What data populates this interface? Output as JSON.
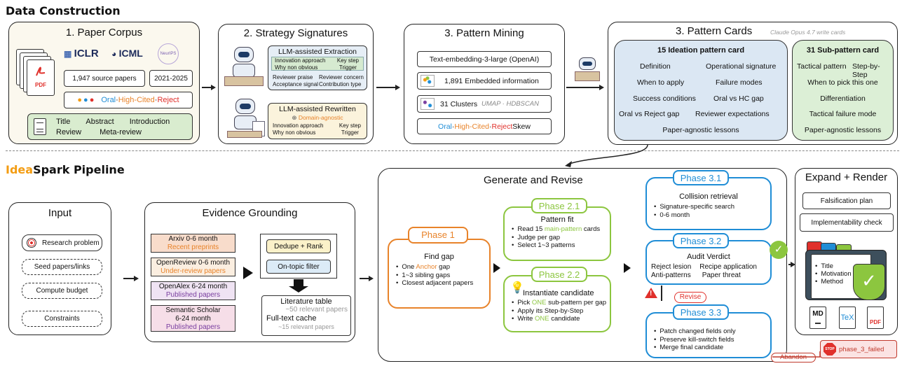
{
  "sections": {
    "data_construction": "Data Construction",
    "pipeline_prefix": "Idea",
    "pipeline_suffix": "Spark Pipeline"
  },
  "paper_corpus": {
    "title": "1. Paper Corpus",
    "logos": [
      "ICLR",
      "ICML",
      "NeurIPS"
    ],
    "pdf_label": "PDF",
    "source_papers": "1,947 source papers",
    "years": "2021-2025",
    "oral": "Oral",
    "sep": " · ",
    "high_cited": "High-Cited",
    "reject": "Reject",
    "fields_row1": [
      "Title",
      "Abstract",
      "Introduction"
    ],
    "fields_row2": [
      "Review",
      "Meta-review"
    ]
  },
  "strategy": {
    "title": "2. Strategy Signatures",
    "extraction_title": "LLM-assisted Extraction",
    "ext_left": [
      "Innovation approach",
      "Why non obvious"
    ],
    "ext_right": [
      "Key step",
      "Trigger"
    ],
    "rev_left": [
      "Reviewer praise",
      "Acceptance signal"
    ],
    "rev_right": [
      "Reviewer concern",
      "Contribution type"
    ],
    "rewrite_title": "LLM-assisted Rewritten",
    "domain_agnostic": "Domain-agnostic",
    "rw_left": [
      "Innovation approach",
      "Why non obvious"
    ],
    "rw_right": [
      "Key step",
      "Trigger"
    ]
  },
  "mining": {
    "title": "3. Pattern Mining",
    "embedding": "Text-embedding-3-large (OpenAI)",
    "embedded": "1,891 Embedded information",
    "clusters": "31 Clusters",
    "cluster_method": "UMAP · HDBSCAN",
    "oral": "Oral",
    "sep": " · ",
    "high_cited": "High-Cited",
    "reject": "Reject",
    "skew": " Skew"
  },
  "cards": {
    "title": "3. Pattern Cards",
    "note": "Claude Opus 4.7 write cards",
    "ideation_title": "15 Ideation pattern card",
    "ideation_items": [
      "Definition",
      "Operational signature",
      "When to apply",
      "Failure modes",
      "Success conditions",
      "Oral vs HC gap",
      "Oral vs Reject gap",
      "Reviewer expectations",
      "Paper-agnostic lessons"
    ],
    "sub_title": "31 Sub-pattern card",
    "sub_items": [
      "Tactical pattern",
      "Step-by-Step",
      "When to pick this one",
      "Differentiation",
      "Tactical failure mode",
      "Paper-agnostic lessons"
    ]
  },
  "input": {
    "title": "Input",
    "items": [
      "Research problem",
      "Seed papers/links",
      "Compute budget",
      "Constraints"
    ]
  },
  "evidence": {
    "title": "Evidence Grounding",
    "sources": [
      {
        "name": "Arxiv 0-6 month",
        "sub": "Recent preprints"
      },
      {
        "name": "OpenReview 0-6 month",
        "sub": "Under-review papers"
      },
      {
        "name": "OpenAlex 6-24 month",
        "sub": "Published papers"
      },
      {
        "name": "Semantic Scholar 6-24 month",
        "sub": "Published papers"
      }
    ],
    "dedupe": "Dedupe + Rank",
    "filter": "On-topic filter",
    "lit_table": "Literature table",
    "lit_count": "~50 relevant papers",
    "fulltext": "Full-text cache",
    "fulltext_count": "~15 relevant papers"
  },
  "generate": {
    "title": "Generate and Revise",
    "phase1": {
      "tag": "Phase 1",
      "heading": "Find gap",
      "one": "One ",
      "anchor": "Anchor",
      "gap": " gap",
      "items": [
        "1~3 sibling gaps",
        "Closest adjacent papers"
      ]
    },
    "phase21": {
      "tag": "Phase 2.1",
      "heading": "Pattern fit",
      "read_pre": "Read 15 ",
      "read_hl": "main-pattern",
      "read_post": " cards",
      "items": [
        "Judge per gap",
        "Select 1~3 patterns"
      ]
    },
    "phase22": {
      "tag": "Phase 2.2",
      "heading": "Instantiate candidate",
      "pick_pre": "Pick ",
      "pick_hl": "ONE",
      "pick_post": " sub-pattern per gap",
      "apply": "Apply its Step-by-Step",
      "write_pre": "Write ",
      "write_hl": "ONE",
      "write_post": " candidate"
    },
    "phase31": {
      "tag": "Phase 3.1",
      "heading": "Collision retrieval",
      "items": [
        "Signature-specific search",
        "0-6 month"
      ]
    },
    "phase32": {
      "tag": "Phase 3.2",
      "heading": "Audit Verdict",
      "items": [
        "Reject lesion",
        "Recipe application",
        "Anti-patterns",
        "Paper threat"
      ]
    },
    "revise": "Revise",
    "phase33": {
      "tag": "Phase 3.3",
      "items": [
        "Patch changed fields only",
        "Preserve kill-switch fields",
        "Merge final candidate"
      ]
    },
    "abandon": "Abandon",
    "failed": "phase_3_failed",
    "stop": "STOP"
  },
  "expand": {
    "title": "Expand + Render",
    "falsification": "Falsification plan",
    "implementability": "Implementability check",
    "folder_items": [
      "Title",
      "Motivation",
      "Method"
    ],
    "formats": [
      "MD",
      "TeX",
      "PDF"
    ]
  }
}
